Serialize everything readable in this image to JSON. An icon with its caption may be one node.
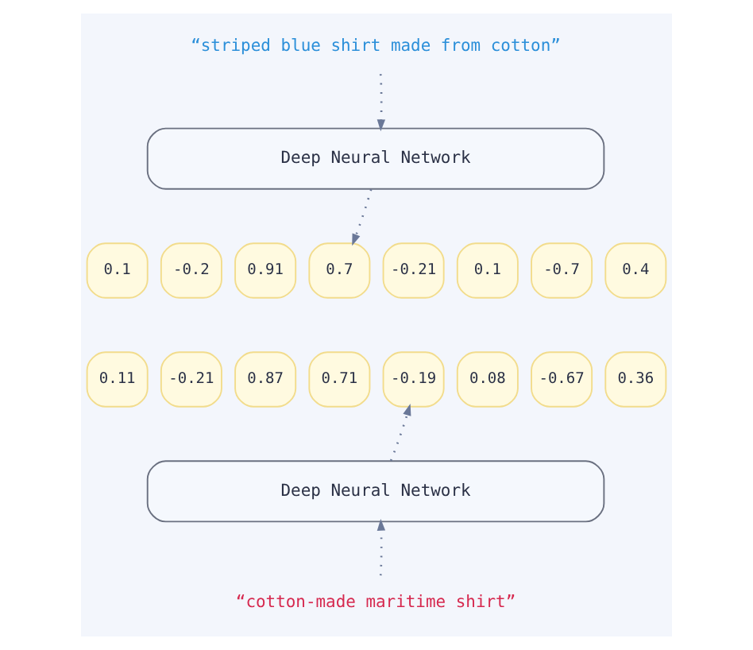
{
  "diagram": {
    "nodes": [
      {
        "text": [
          "“striped blue shirt made from cotton”"
        ]
      },
      {
        "text": [
          "Deep Neural Network"
        ]
      },
      {
        "text": [
          "0.1"
        ]
      },
      {
        "text": [
          "-0.2"
        ]
      },
      {
        "text": [
          "0.91"
        ]
      },
      {
        "text": [
          "0.7"
        ]
      },
      {
        "text": [
          "-0.21"
        ]
      },
      {
        "text": [
          "0.1"
        ]
      },
      {
        "text": [
          "-0.7"
        ]
      },
      {
        "text": [
          "0.4"
        ]
      },
      {
        "text": [
          "0.11"
        ]
      },
      {
        "text": [
          "-0.21"
        ]
      },
      {
        "text": [
          "0.87"
        ]
      },
      {
        "text": [
          "0.71"
        ]
      },
      {
        "text": [
          "-0.19"
        ]
      },
      {
        "text": [
          "0.08"
        ]
      },
      {
        "text": [
          "-0.67"
        ]
      },
      {
        "text": [
          "0.36"
        ]
      },
      {
        "text": [
          "Deep Neural Network"
        ]
      },
      {
        "text": [
          "“cotton-made maritime shirt”"
        ]
      }
    ],
    "edges": [
      {
        "from": 0,
        "to": 1,
        "arrow": "to",
        "style": "dashed"
      },
      {
        "from": 1,
        "to": 5,
        "arrow": "to",
        "style": "dashed"
      },
      {
        "from": 19,
        "to": 18,
        "arrow": "to",
        "style": "dashed"
      },
      {
        "from": 18,
        "to": 14,
        "arrow": "to",
        "style": "dashed"
      }
    ]
  }
}
